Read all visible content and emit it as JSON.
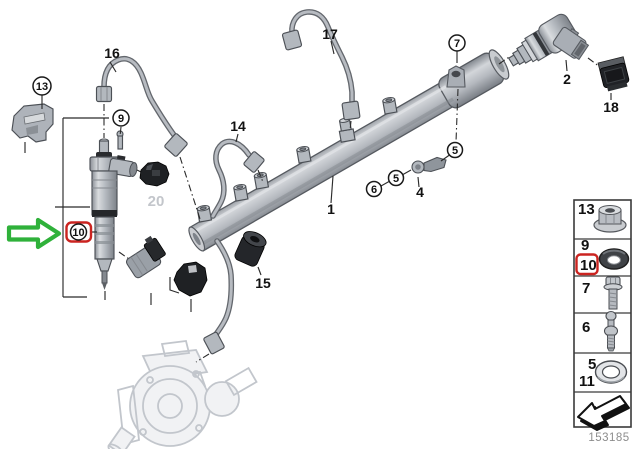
{
  "diagram": {
    "title": "fuel-injection-parts-diagram",
    "callouts": {
      "c1": "1",
      "c2": "2",
      "c4": "4",
      "c5a": "5",
      "c5b": "5",
      "c6": "6",
      "c7": "7",
      "c9": "9",
      "c10": "10",
      "c13": "13",
      "c14": "14",
      "c15": "15",
      "c16": "16",
      "c17": "17",
      "c18": "18",
      "c20": "20"
    },
    "highlight_color": "#cb2420",
    "arrow_color": "#2fb13a",
    "ghost_label_color": "#c3c6cb"
  },
  "sidebar": {
    "rows": [
      {
        "n1": "13",
        "icon": "flange-nut"
      },
      {
        "n1": "9",
        "n2": "10",
        "icon": "seal-ring",
        "highlighted": "10"
      },
      {
        "n1": "7",
        "icon": "hex-bolt"
      },
      {
        "n1": "6",
        "icon": "stud-bolt"
      },
      {
        "n1": "5",
        "n2": "11",
        "icon": "washer"
      },
      {
        "icon": "direction-arrow"
      }
    ]
  },
  "footer": {
    "drawing_number": "153185"
  }
}
